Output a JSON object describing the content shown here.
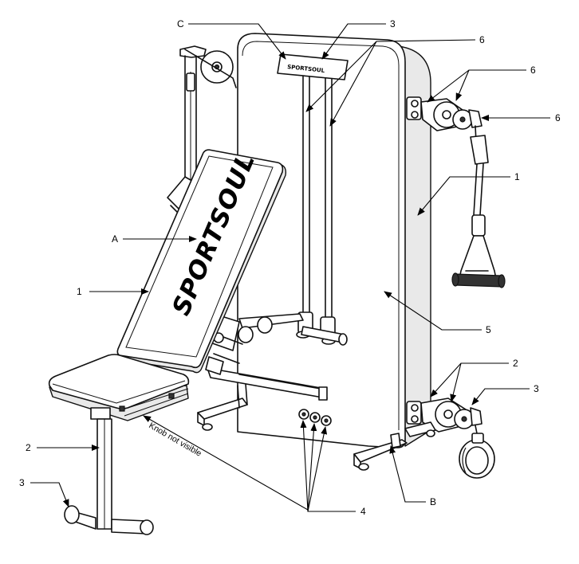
{
  "diagram": {
    "brand_text": "SPORTSOUL",
    "plate_text": "SPORTSOUL",
    "note_text": "Knob not visible",
    "labels": {
      "C": "C",
      "top_3": "3",
      "top_6": "6",
      "upper_right_6": "6",
      "right_6": "6",
      "right_1": "1",
      "A": "A",
      "left_1": "1",
      "mid_5": "5",
      "right_2": "2",
      "right_3": "3",
      "left_2": "2",
      "left_3": "3",
      "bottom_4": "4",
      "B": "B"
    }
  }
}
